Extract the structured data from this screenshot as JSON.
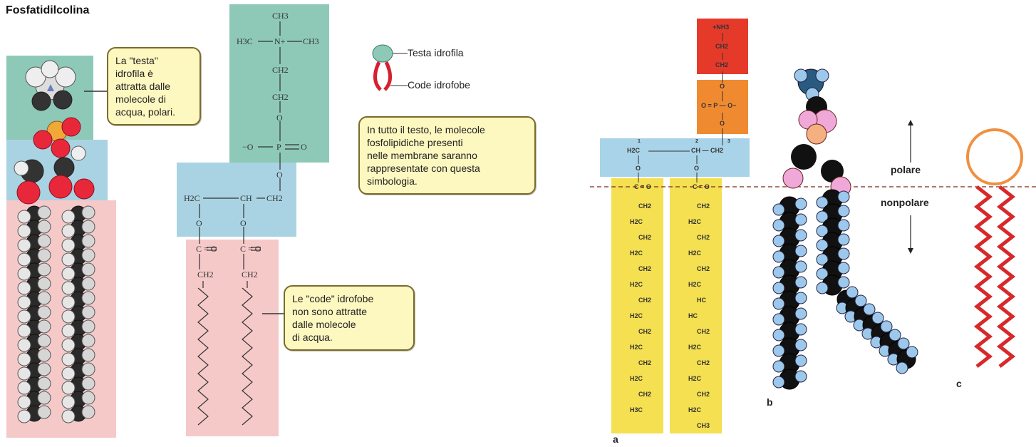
{
  "left": {
    "title": "Fosfatidilcolina",
    "callout_head": "La \"testa\"\nidrofila è\nattratta dalle\nmolecole di\nacqua, polari.",
    "callout_tails": "Le \"code\" idrofobe\nnon sono attratte\ndalle molecole\ndi acqua.",
    "callout_note": "In tutto il testo, le molecole\nfosfolipidiche presenti\nnelle membrane saranno\nrappresentate con questa\nsimbologia.",
    "legend": {
      "head": "Testa idrofila",
      "tails": "Code idrofobe"
    },
    "formula": {
      "ch3_top": "CH3",
      "ch3_left": "H3C",
      "n_plus": "N+",
      "ch3_right": "CH3",
      "ch2_a": "CH2",
      "ch2_b": "CH2",
      "o1": "O",
      "o_minus": "−O",
      "p": "P",
      "o_double": "O",
      "o2": "O",
      "h2c": "H2C",
      "ch": "CH",
      "ch2_c": "CH2",
      "o3": "O",
      "o4": "O",
      "c_eq_o_1": "C = O",
      "c_eq_o_2": "C = O",
      "ch2_d": "CH2",
      "ch2_e": "CH2"
    }
  },
  "right": {
    "head_nh3": "+NH3",
    "head_ch2_a": "CH2",
    "head_ch2_b": "CH2",
    "phos_o_top": "O",
    "phos_line": "O = P — O−",
    "phos_o_bottom": "O",
    "glycerol_h2c": "H2C",
    "glycerol_ch": "CH — CH2",
    "num1": "1",
    "num2": "2",
    "num3": "3",
    "ester_o1": "O",
    "ester_o2": "O",
    "ceo1": "C = O",
    "ceo2": "C = O",
    "chain1": [
      "CH2",
      "H2C",
      "CH2",
      "H2C",
      "CH2",
      "H2C",
      "CH2",
      "H2C",
      "CH2",
      "H2C",
      "CH2",
      "H2C",
      "CH2",
      "H3C"
    ],
    "chain2": [
      "CH2",
      "H2C",
      "CH2",
      "H2C",
      "CH2",
      "H2C",
      "HC",
      "HC",
      "CH2",
      "H2C",
      "CH2",
      "H2C",
      "CH2",
      "H2C",
      "CH3"
    ],
    "polare": "polare",
    "nonpolare": "nonpolare",
    "label_a": "a",
    "label_b": "b",
    "label_c": "c"
  }
}
